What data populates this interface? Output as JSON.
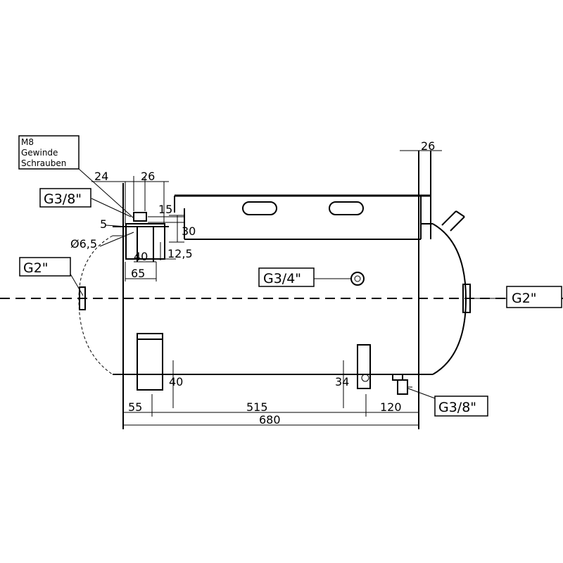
{
  "callouts": {
    "thread_note_line1": "M8",
    "thread_note_line2": "Gewinde",
    "thread_note_line3": "Schrauben",
    "g38_top": "G3/8\"",
    "g2_left": "G2\"",
    "g34_center": "G3/4\"",
    "g2_right": "G2\"",
    "g38_bottom": "G3/8\""
  },
  "dimensions": {
    "d24": "24",
    "d26_top": "26",
    "d26_right": "26",
    "d15": "15",
    "d30": "30",
    "d12_5": "12,5",
    "d40_small": "40",
    "d65": "65",
    "d5": "5",
    "dia6": "Ø6,5",
    "d40_leg": "40",
    "d34": "34",
    "d55": "55",
    "d515": "515",
    "d120": "120",
    "d680": "680"
  }
}
